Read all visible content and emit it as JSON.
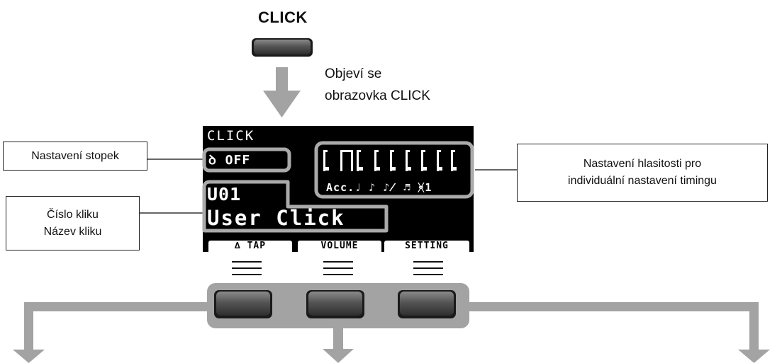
{
  "header": {
    "button_title": "CLICK"
  },
  "caption": {
    "line1": "Objeví se",
    "line2": "obrazovka CLICK"
  },
  "labels": {
    "stopky": "Nastavení stopek",
    "cislo_kliku": "Číslo kliku",
    "nazev_kliku": "Název kliku",
    "hlasitost_line1": "Nastavení hlasitosti pro",
    "hlasitost_line2": "individuální nastavení timingu"
  },
  "lcd": {
    "title": "CLICK",
    "stopwatch_icon": "ꝺ",
    "stopwatch_state": "OFF",
    "click_number": "U01",
    "click_name": "User Click",
    "volume_sublabels": "Acc.♩ ♪ ♪̸ ♬ ᚸ1",
    "softkeys": {
      "tap_icon": "∆",
      "tap": "TAP",
      "volume": "VOLUME",
      "setting": "SETTING"
    }
  },
  "icons": {
    "click_button": "click-button",
    "down_arrow": "down-arrow-icon",
    "menu_lines": "three-line-icon"
  },
  "colors": {
    "arrow": "#a0a0a0",
    "highlight_frame": "#aaaaaa",
    "button_dark": "#444444",
    "lcd_bg": "#000000"
  }
}
